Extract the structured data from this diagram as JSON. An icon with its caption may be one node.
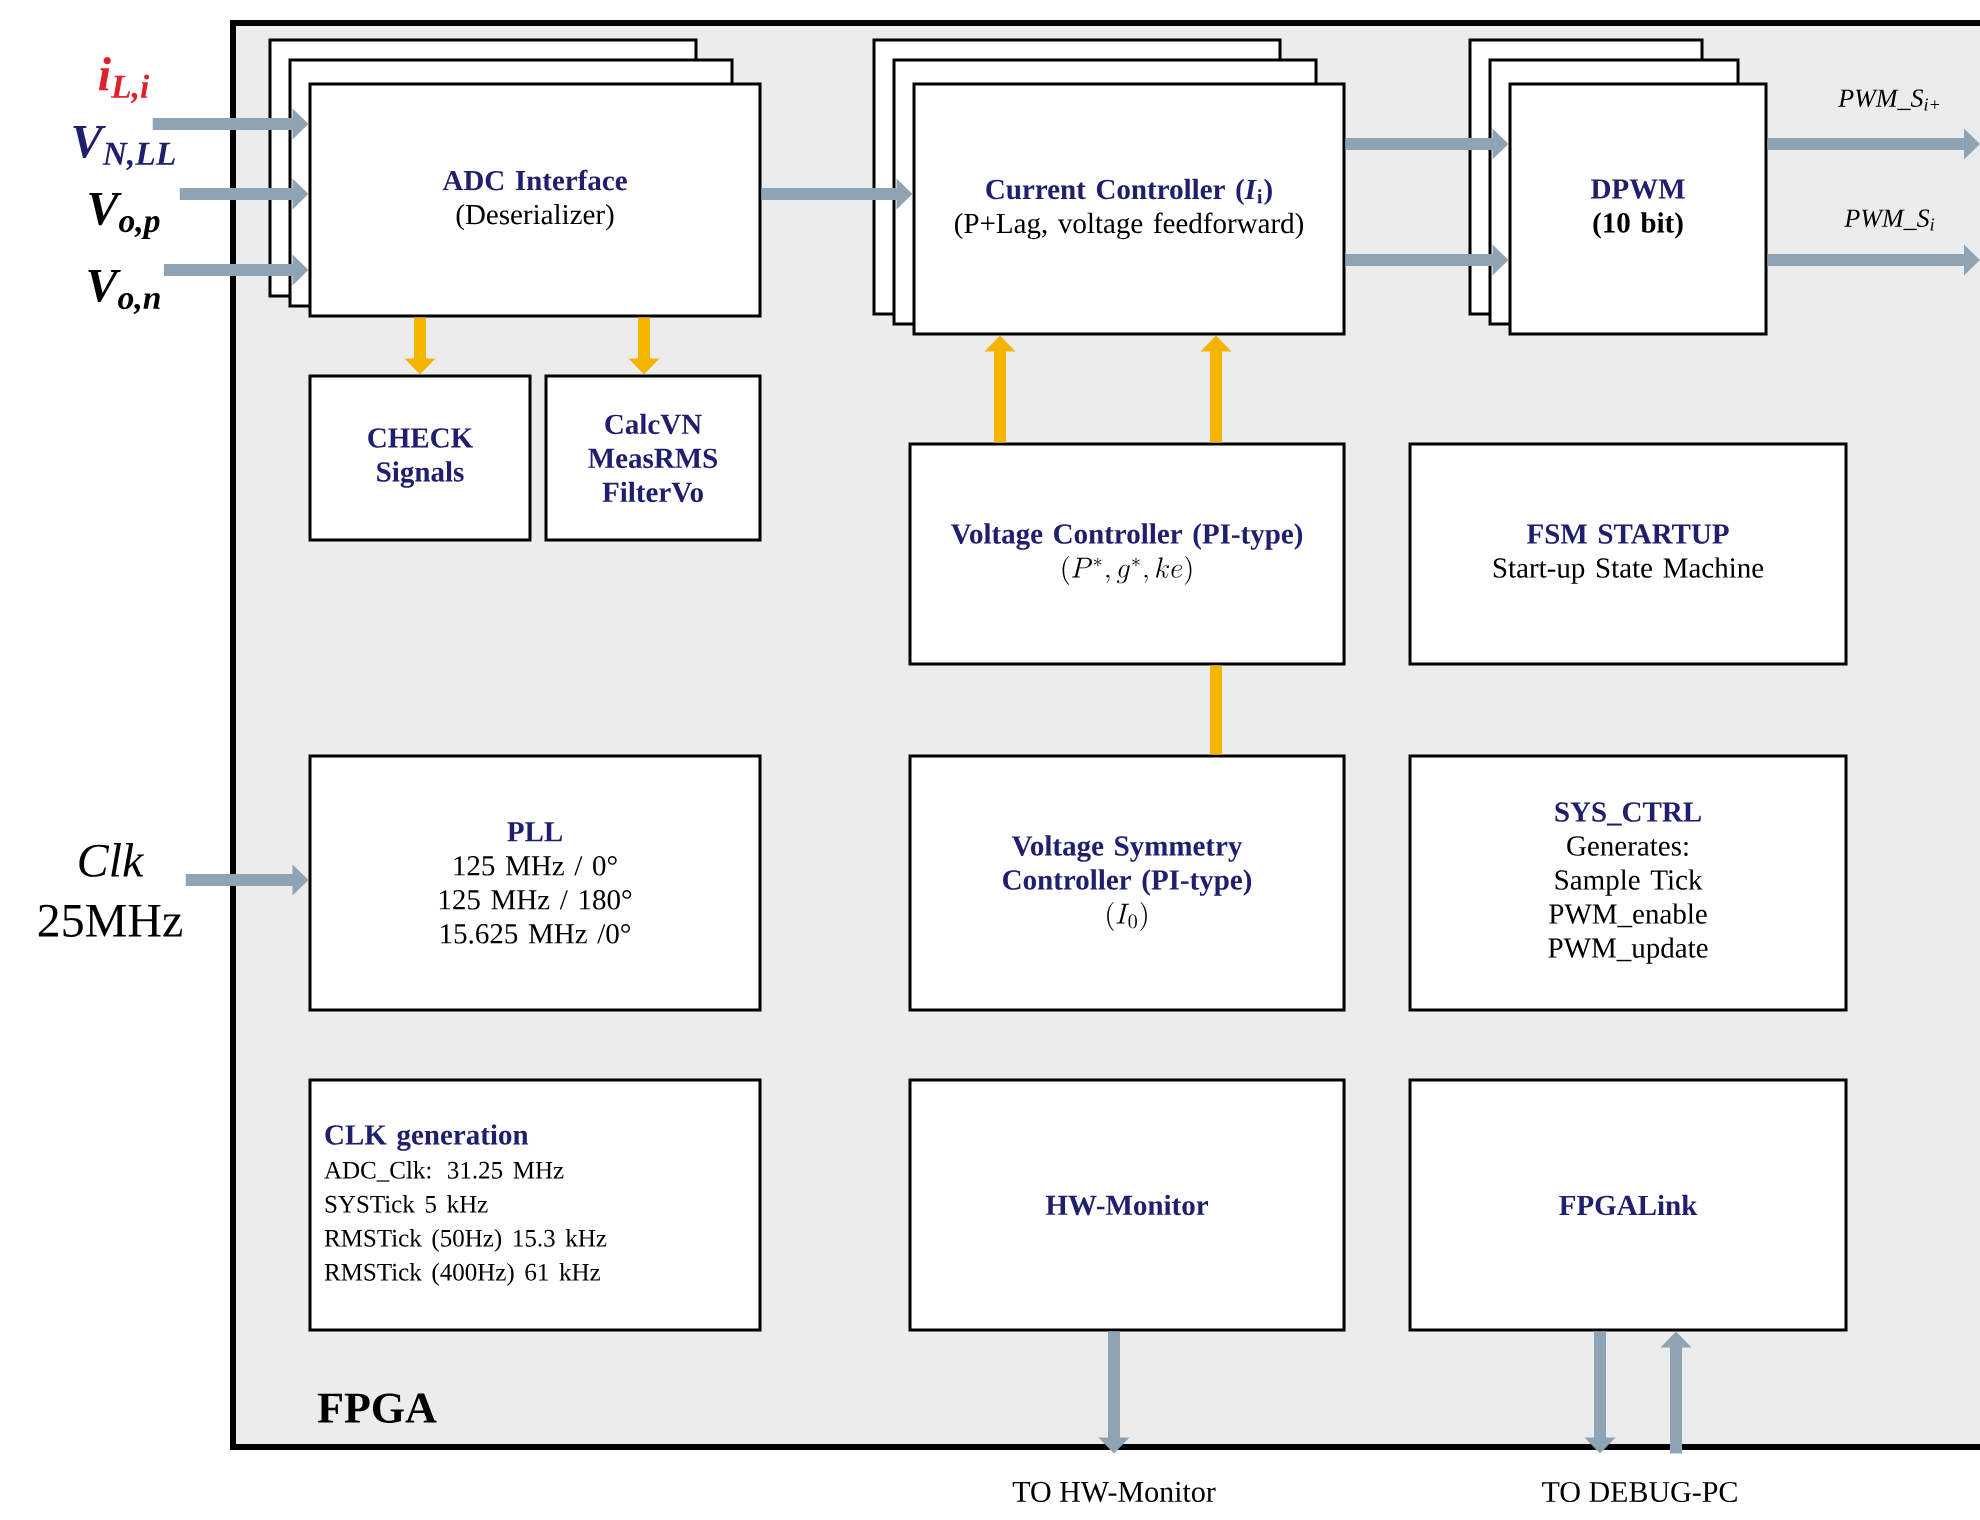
{
  "diagram": {
    "nodes": [
      {
        "text": [
          "FPGA"
        ]
      },
      {
        "text": [
          "ADC Interface",
          "(Deserializer)"
        ],
        "in": 0
      },
      {
        "text": [
          "CHECK Signals"
        ],
        "in": 0
      },
      {
        "text": [
          "CalcVN MeasRMS FilterVo"
        ],
        "in": 0
      },
      {
        "text": [
          "Current Controller (*I*$_{i}$)",
          "(P+Lag, voltage feedforward)"
        ],
        "in": 0
      },
      {
        "text": [
          "DPWM",
          "(10 bit)"
        ],
        "in": 0
      },
      {
        "text": [
          "Voltage Controller (PI-type)",
          "(P^*, g^*, ke)"
        ],
        "in": 0
      },
      {
        "text": [
          "FSM STARTUP",
          "Start-up State Machine"
        ],
        "in": 0
      },
      {
        "text": [
          "PLL",
          "125 MHz / 0°",
          "125 MHz / 180°",
          "15.625 MHz /0°"
        ],
        "in": 0
      },
      {
        "text": [
          "Voltage Symmetry Controller (PI-type)",
          "(I_0)"
        ],
        "in": 0
      },
      {
        "text": [
          "SYS_CTRL",
          "Generates:",
          "Sample Tick",
          "PWM_enable",
          "PWM_update"
        ],
        "in": 0
      },
      {
        "text": [
          "CLK generation",
          "ADC_Clk: 31.25 MHz",
          "SYSTick 5 kHz",
          "RMSTick (50Hz) 15.3 kHz",
          "RMSTick (400Hz) 61 kHz"
        ],
        "in": 0
      },
      {
        "text": [
          "HW-Monitor"
        ],
        "in": 0
      },
      {
        "text": [
          "FPGALink"
        ],
        "in": 0
      },
      {
        "text": [
          "TO HW-Monitor"
        ]
      },
      {
        "text": [
          "TO DEBUG-PC"
        ]
      },
      {
        "text": [
          "i$_{L,i}$"
        ]
      },
      {
        "text": [
          "V$_{N,LL}$"
        ]
      },
      {
        "text": [
          "V$_{o,p}$"
        ]
      },
      {
        "text": [
          "V$_{o,n}$"
        ]
      },
      {
        "text": [
          "Clk",
          "25MHz"
        ]
      }
    ],
    "edges": [
      {
        "from": 16,
        "to": 1,
        "arrow": "to"
      },
      {
        "from": 17,
        "to": 1,
        "arrow": "to"
      },
      {
        "from": 18,
        "to": 1,
        "arrow": "to"
      },
      {
        "from": 1,
        "to": 4,
        "arrow": "to"
      },
      {
        "from": 1,
        "to": 2,
        "arrow": "to",
        "color": "#f4b400"
      },
      {
        "from": 1,
        "to": 3,
        "arrow": "to",
        "color": "#f4b400"
      },
      {
        "from": 4,
        "to": 5,
        "arrow": "to"
      },
      {
        "from": 4,
        "to": 5,
        "arrow": "to"
      },
      {
        "from": 5,
        "to": null,
        "arrow": "to"
      },
      {
        "from": 5,
        "to": null,
        "arrow": "to"
      },
      {
        "from": 6,
        "to": 4,
        "arrow": "to",
        "color": "#f4b400"
      },
      {
        "from": 6,
        "to": 4,
        "arrow": "to",
        "color": "#f4b400"
      },
      {
        "from": 9,
        "to": 6,
        "arrow": "none",
        "color": "#f4b400"
      },
      {
        "from": 20,
        "to": 8,
        "arrow": "to"
      },
      {
        "from": 12,
        "to": 14,
        "arrow": "to"
      },
      {
        "from": 13,
        "to": 15,
        "arrow": "to"
      },
      {
        "from": 15,
        "to": 13,
        "arrow": "to"
      }
    ],
    "labels": [
      "PWM_S$_{i+}$",
      "PWM_S$_{i}$"
    ]
  }
}
